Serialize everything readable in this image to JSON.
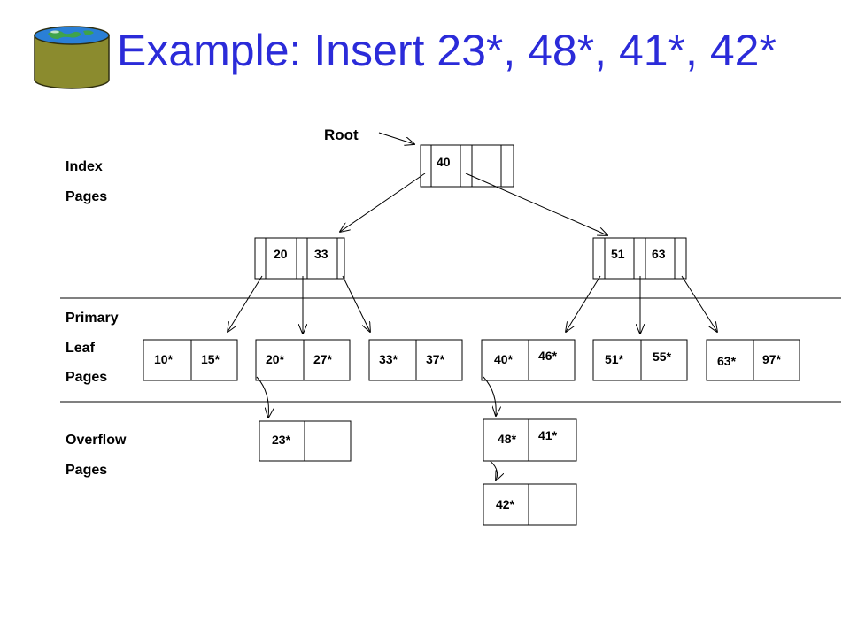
{
  "title": "Example: Insert 23*, 48*, 41*, 42*",
  "colors": {
    "title": "#2b2bd9",
    "lines": "#000000",
    "logo_body": "#8b8b2e",
    "logo_top": "#2a7fd6"
  },
  "icons": {
    "logo": "database-globe-icon"
  },
  "labels": {
    "index": [
      "Index",
      "Pages"
    ],
    "leaf": [
      "Primary",
      "Leaf",
      "Pages"
    ],
    "overflow": [
      "Overflow",
      "Pages"
    ],
    "root": "Root"
  },
  "tree": {
    "root": [
      "40"
    ],
    "index_nodes": [
      [
        "20",
        "33"
      ],
      [
        "51",
        "63"
      ]
    ],
    "leaves": [
      [
        "10*",
        "15*"
      ],
      [
        "20*",
        "27*"
      ],
      [
        "33*",
        "37*"
      ],
      [
        "40*",
        "46*"
      ],
      [
        "51*",
        "55*"
      ],
      [
        "63*",
        "97*"
      ]
    ],
    "overflow": [
      [
        "23*",
        ""
      ],
      [
        "48*",
        "41*"
      ],
      [
        "42*",
        ""
      ]
    ]
  }
}
